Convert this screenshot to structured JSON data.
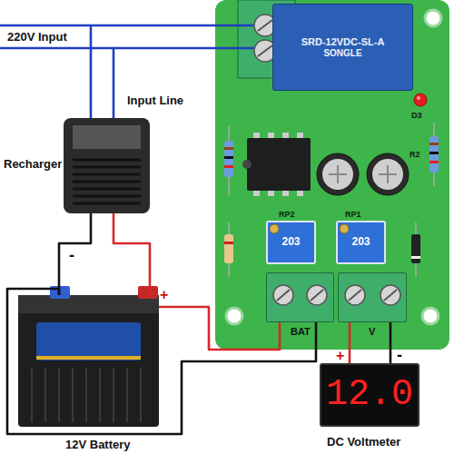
{
  "diagram": {
    "nodes": [
      {
        "text": [
          "RP2",
          "RP1",
          "D3",
          "R2"
        ]
      },
      {
        "text": [
          "SRD-12VDC-SL-A",
          "SONGLE"
        ],
        "in": 0
      },
      {
        "text": [
          "203"
        ],
        "in": 0
      },
      {
        "text": [
          "203"
        ],
        "in": 0
      },
      {
        "text": [
          "BAT"
        ],
        "in": 0
      },
      {
        "text": [
          "V"
        ],
        "in": 0
      },
      {
        "text": [
          "Recharger"
        ]
      },
      {
        "text": [
          "12V Battery"
        ]
      },
      {
        "text": [
          "12.0",
          "DC Voltmeter"
        ]
      }
    ],
    "edges": [
      {
        "from": 6,
        "to": 0,
        "arrow": "none"
      },
      {
        "from": 6,
        "to": 0,
        "arrow": "none"
      },
      {
        "from": 6,
        "to": 7,
        "arrow": "none"
      },
      {
        "from": 6,
        "to": 7,
        "arrow": "none"
      },
      {
        "from": 7,
        "to": 4,
        "arrow": "none"
      },
      {
        "from": 7,
        "to": 4,
        "arrow": "none"
      },
      {
        "from": 5,
        "to": 8,
        "arrow": "none"
      },
      {
        "from": 5,
        "to": 8,
        "arrow": "none"
      }
    ],
    "labels": [
      "220V Input",
      "Input Line",
      "-",
      "+",
      "+",
      "-"
    ]
  }
}
